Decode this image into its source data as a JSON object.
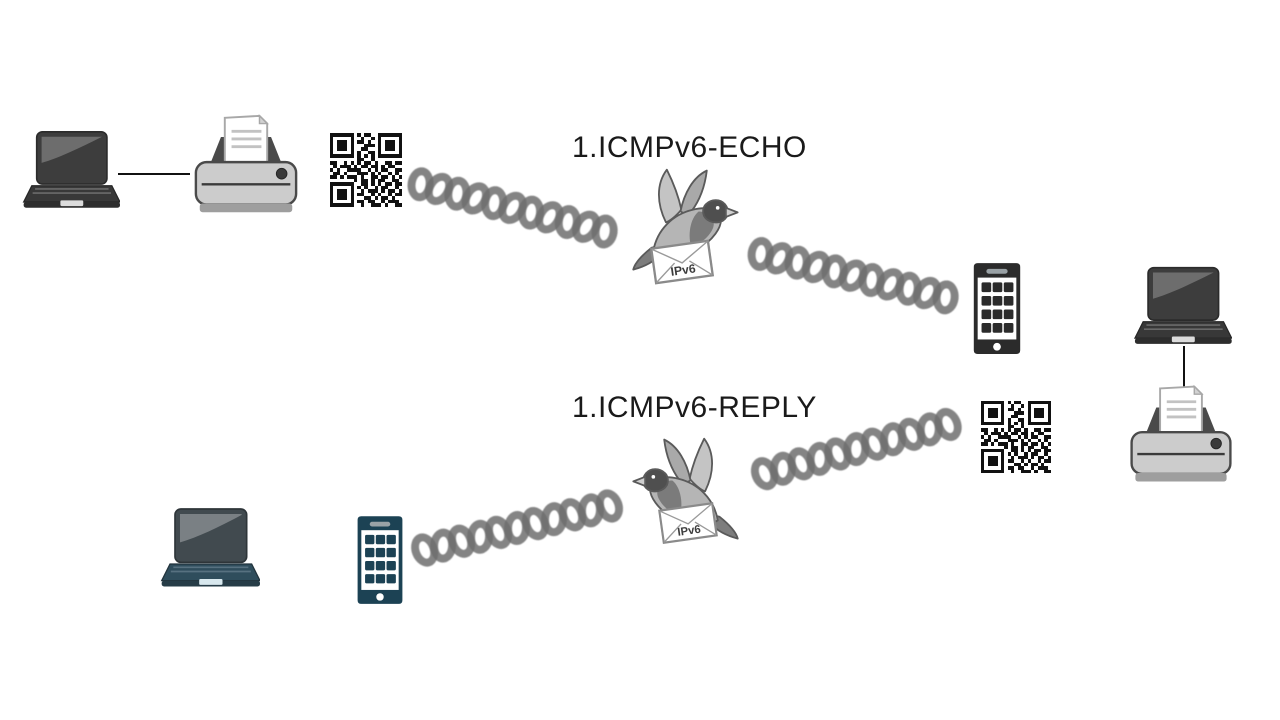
{
  "titles": {
    "echo": "1.ICMPv6-ECHO",
    "reply": "1.ICMPv6-REPLY"
  },
  "packets": {
    "echo_envelope_label": "IPv6",
    "reply_envelope_label": "IPv6"
  },
  "colors": {
    "background": "#ffffff",
    "title_text": "#1a1a1a",
    "chain_link": "#6e6e6e",
    "laptop_gray_body": "#3a3a3a",
    "laptop_blue_body": "#2f4d5c",
    "laptop_blue_screen": "#9ed7ea",
    "printer_body": "#cccccc",
    "phone_charcoal": "#2b2b2b",
    "phone_teal": "#1c4254",
    "qr_dark": "#111111"
  },
  "icons": [
    "laptop-icon",
    "printer-icon",
    "qr-code-icon",
    "chain-link-icon",
    "pigeon-icon",
    "envelope-icon",
    "smartphone-icon"
  ],
  "qr": {
    "matrix": [
      "111111101011001111111",
      "100000100100101000001",
      "101110101101001011101",
      "101110100011101011101",
      "101110100110001011101",
      "100000101001101000001",
      "111111101010101111111",
      "000000001100100000000",
      "110010101011010011011",
      "010111010110110101100",
      "101001111001010110011",
      "011010001110101001010",
      "110101110100110110101",
      "000000010110101100110",
      "111111100110101011011",
      "100000101010010110010",
      "101110100101110101101",
      "101110101100101001011",
      "101110100011010110100",
      "100000101101100101110",
      "111111100100111010011"
    ]
  }
}
